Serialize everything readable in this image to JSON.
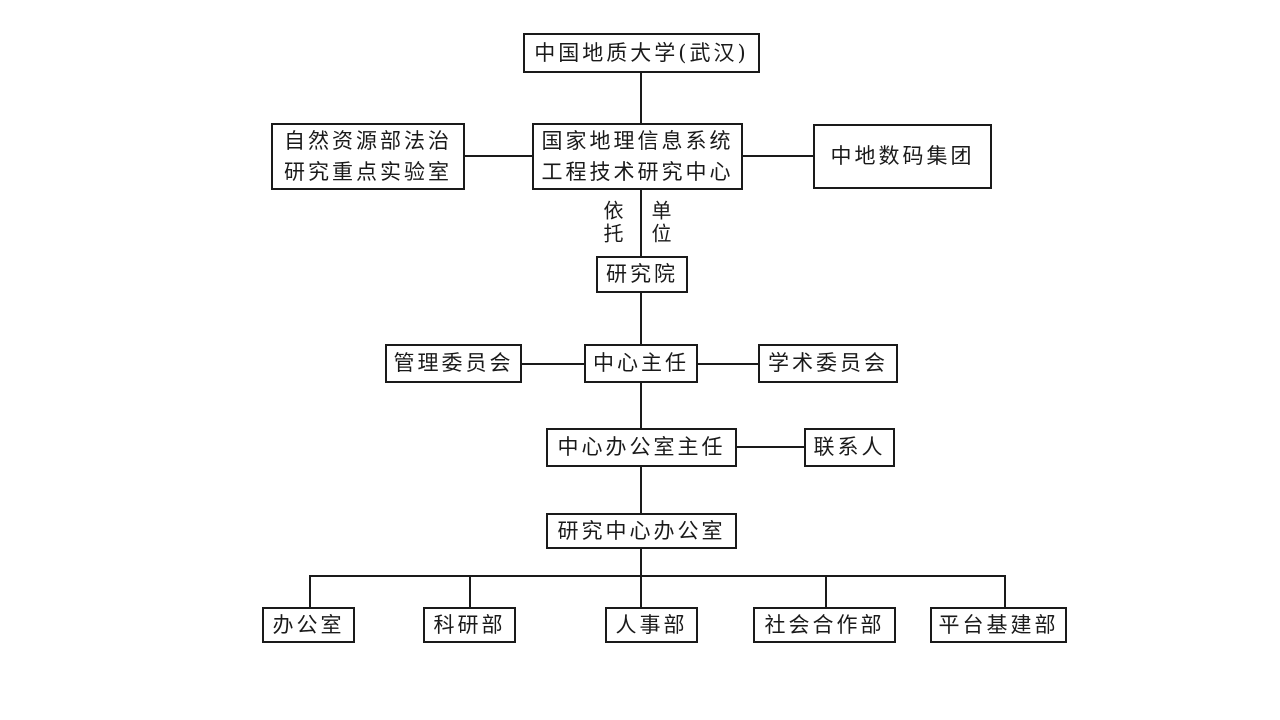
{
  "diagram": {
    "nodes": {
      "university": {
        "label": "中国地质大学(武汉)"
      },
      "lab": {
        "line1": "自然资源部法治",
        "line2": "研究重点实验室"
      },
      "center": {
        "line1": "国家地理信息系统",
        "line2": "工程技术研究中心"
      },
      "group": {
        "label": "中地数码集团"
      },
      "institute": {
        "label": "研究院"
      },
      "management_committee": {
        "label": "管理委员会"
      },
      "center_director": {
        "label": "中心主任"
      },
      "academic_committee": {
        "label": "学术委员会"
      },
      "office_director": {
        "label": "中心办公室主任"
      },
      "contact": {
        "label": "联系人"
      },
      "research_office": {
        "label": "研究中心办公室"
      },
      "dept_office": {
        "label": "办公室"
      },
      "dept_research": {
        "label": "科研部"
      },
      "dept_hr": {
        "label": "人事部"
      },
      "dept_social_cooperation": {
        "label": "社会合作部"
      },
      "dept_platform_infrastructure": {
        "label": "平台基建部"
      }
    },
    "edge_labels": {
      "left_of_line": "依托",
      "right_of_line": "单位"
    },
    "colors": {
      "background": "#ffffff",
      "line": "#1a1a1a",
      "border": "#1a1a1a",
      "text": "#1a1a1a"
    }
  }
}
